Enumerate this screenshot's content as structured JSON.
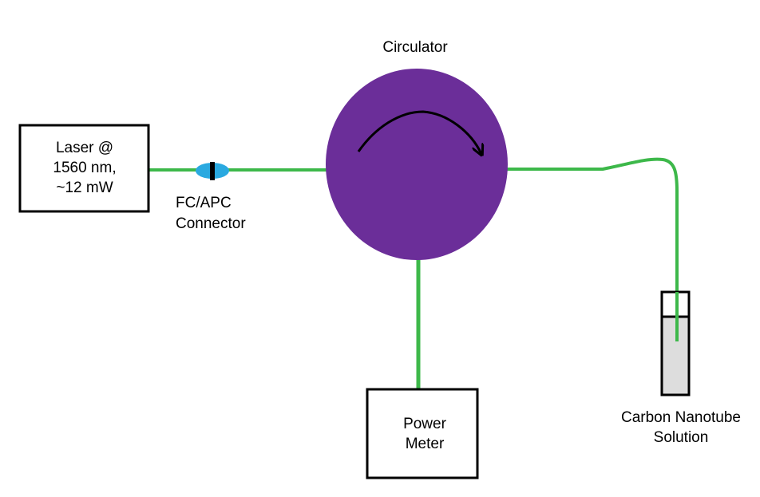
{
  "colors": {
    "fiber": "#3DB84A",
    "circulator": "#6B2E99",
    "connector": "#2AA9E0",
    "vial_fill": "#DDDDDD",
    "outline": "#000000",
    "background": "#FFFFFF"
  },
  "laser": {
    "line1": "Laser @",
    "line2": "1560 nm,",
    "line3": "~12 mW"
  },
  "connector": {
    "line1": "FC/APC",
    "line2": "Connector"
  },
  "circulator": {
    "label": "Circulator",
    "arrow_icon": "curved-arrow-icon"
  },
  "power_meter": {
    "line1": "Power",
    "line2": "Meter"
  },
  "sample": {
    "line1": "Carbon Nanotube",
    "line2": "Solution"
  }
}
